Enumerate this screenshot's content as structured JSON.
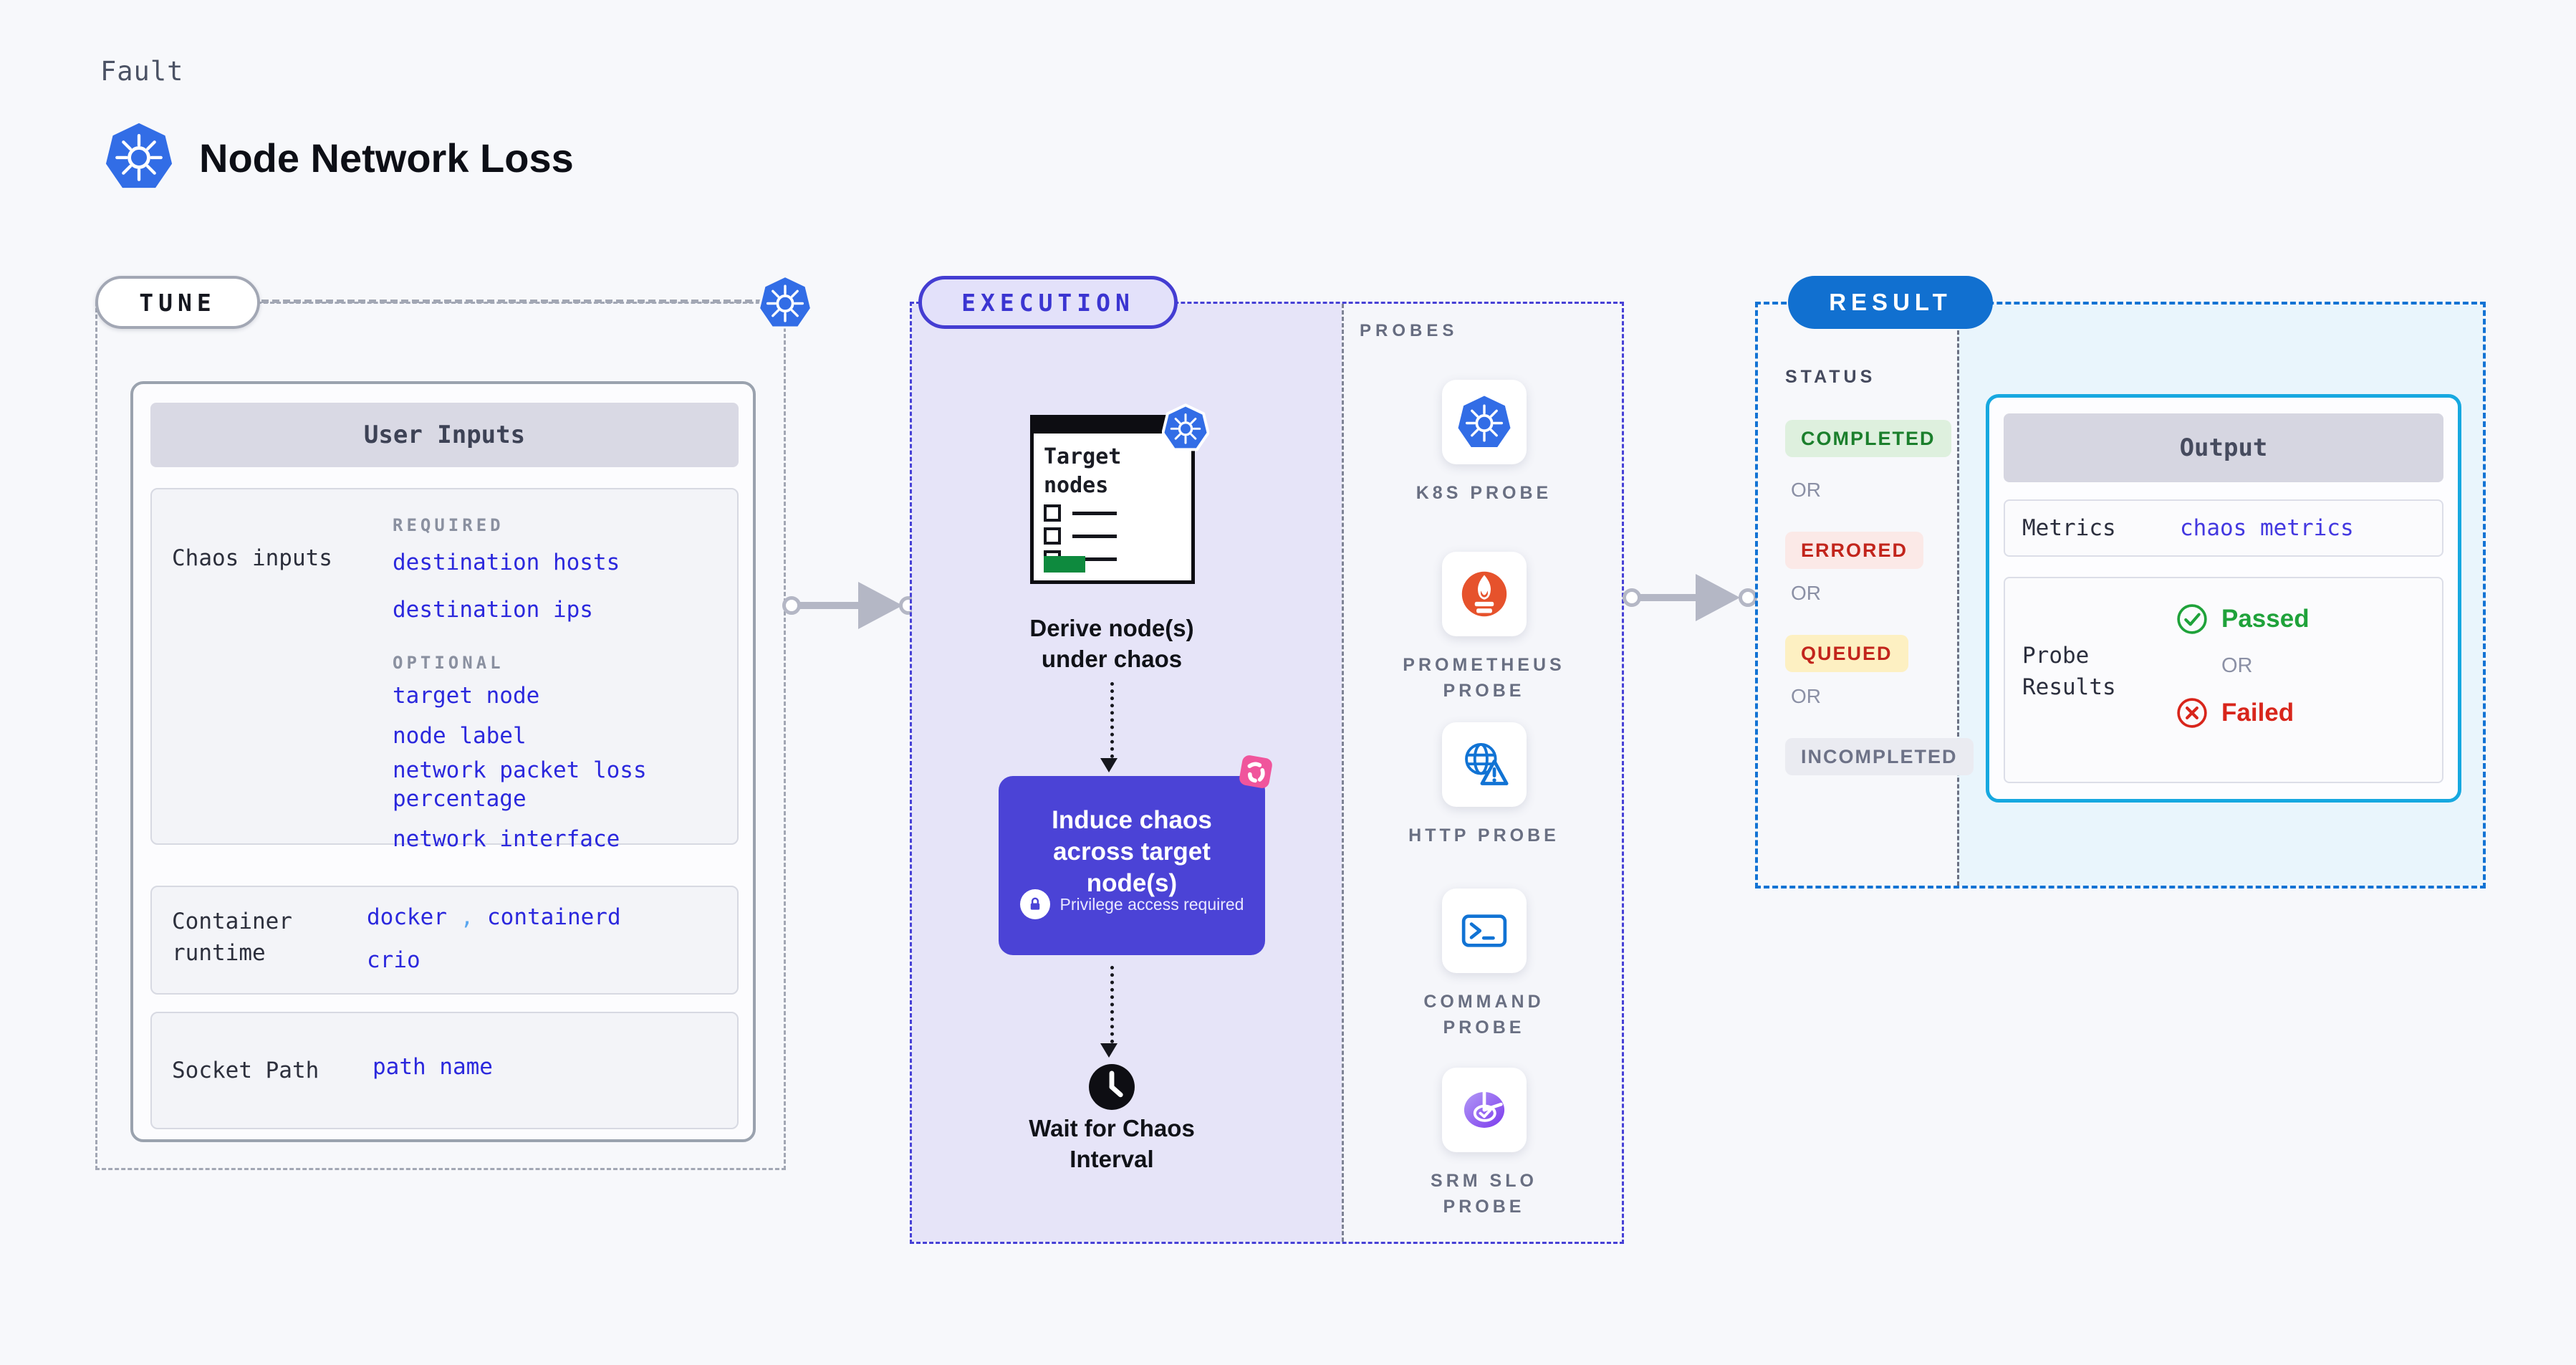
{
  "header": {
    "kicker": "Fault",
    "title": "Node Network Loss"
  },
  "tune": {
    "badge": "TUNE",
    "card_title": "User Inputs",
    "chaos_inputs": {
      "label": "Chaos inputs",
      "required_heading": "REQUIRED",
      "required_items": [
        "destination hosts",
        "destination ips"
      ],
      "optional_heading": "OPTIONAL",
      "optional_items": [
        "target node",
        "node label",
        "network packet loss percentage",
        "network interface"
      ]
    },
    "container_runtime": {
      "label": "Container runtime",
      "value_1": "docker",
      "separator": ",",
      "value_2": "containerd",
      "value_3": "crio"
    },
    "socket_path": {
      "label": "Socket Path",
      "value": "path name"
    }
  },
  "execution": {
    "badge": "EXECUTION",
    "target_card_title": "Target nodes",
    "step_derive": "Derive node(s) under chaos",
    "step_induce": "Induce chaos across target node(s)",
    "induce_note": "Privilege access required",
    "step_wait": "Wait for Chaos Interval"
  },
  "probes": {
    "heading": "PROBES",
    "items": [
      {
        "label": "K8S PROBE",
        "icon": "kubernetes-icon"
      },
      {
        "label": "PROMETHEUS PROBE",
        "icon": "prometheus-icon"
      },
      {
        "label": "HTTP PROBE",
        "icon": "http-globe-icon"
      },
      {
        "label": "COMMAND PROBE",
        "icon": "terminal-icon"
      },
      {
        "label": "SRM SLO PROBE",
        "icon": "slo-gauge-icon"
      }
    ]
  },
  "result": {
    "badge": "RESULT",
    "status_heading": "STATUS",
    "or_label": "OR",
    "statuses": [
      {
        "label": "COMPLETED",
        "fg": "#1b7f2c",
        "bg": "#def0de"
      },
      {
        "label": "ERRORED",
        "fg": "#c2251c",
        "bg": "#fbe9e7"
      },
      {
        "label": "QUEUED",
        "fg": "#c2251c",
        "bg": "#fdf0c2"
      },
      {
        "label": "INCOMPLETED",
        "fg": "#6d7287",
        "bg": "#eaebf1"
      }
    ],
    "output": {
      "title": "Output",
      "metrics_label": "Metrics",
      "metrics_value": "chaos metrics",
      "probe_results_label": "Probe Results",
      "passed_label": "Passed",
      "or_label": "OR",
      "failed_label": "Failed"
    }
  },
  "colors": {
    "page_bg": "#f7f8fb",
    "kubernetes_blue": "#326de6",
    "tune_border_gray": "#a2a7b4",
    "execution_indigo": "#443dd2",
    "execution_panel": "#e6e4f8",
    "induce_box": "#4b43d6",
    "result_blue": "#1170d0",
    "output_border_cyan": "#16a8e0",
    "output_panel": "#e9f5fc",
    "link_blue": "#2b28dd",
    "passed_green": "#1fa23a",
    "failed_red": "#d8251b",
    "prometheus_orange": "#e6522c",
    "litmus_pink": "#f0559c",
    "arrow_gray": "#b4b7c5"
  }
}
